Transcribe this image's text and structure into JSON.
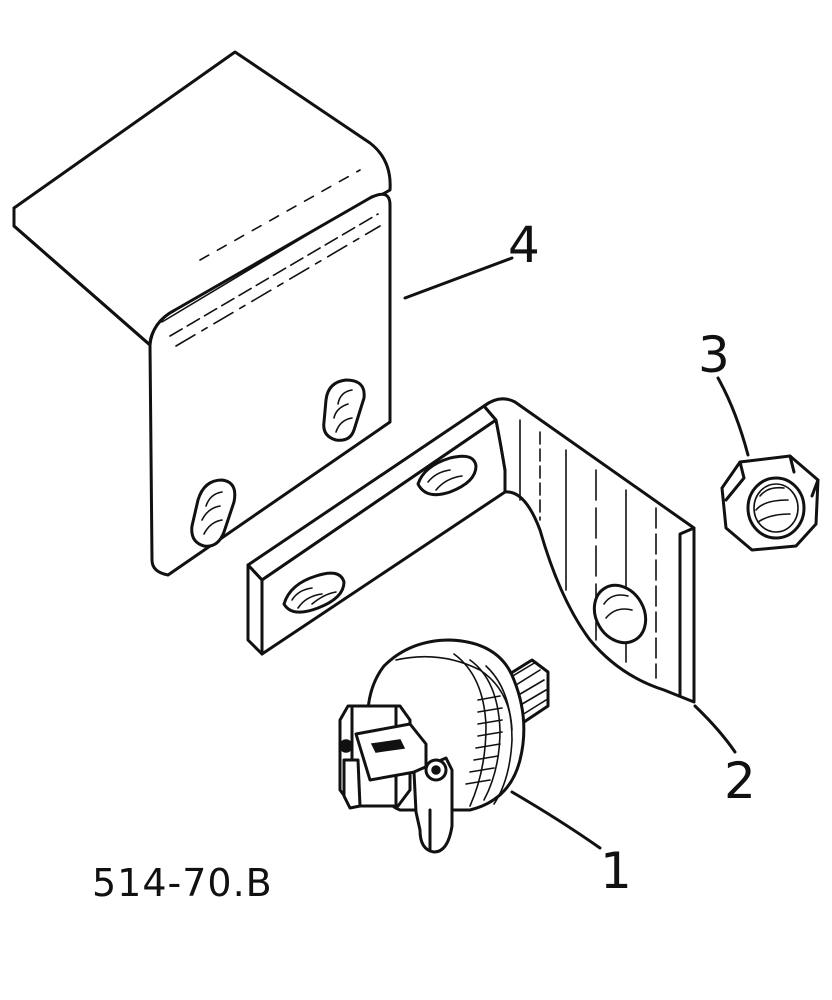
{
  "drawing_code": "514-70.B",
  "callouts": [
    {
      "label": "1",
      "part": "switch"
    },
    {
      "label": "2",
      "part": "angle-bracket"
    },
    {
      "label": "3",
      "part": "hex-nut"
    },
    {
      "label": "4",
      "part": "mounting-plate"
    }
  ],
  "ink_color": "#111111",
  "background_color": "#ffffff"
}
